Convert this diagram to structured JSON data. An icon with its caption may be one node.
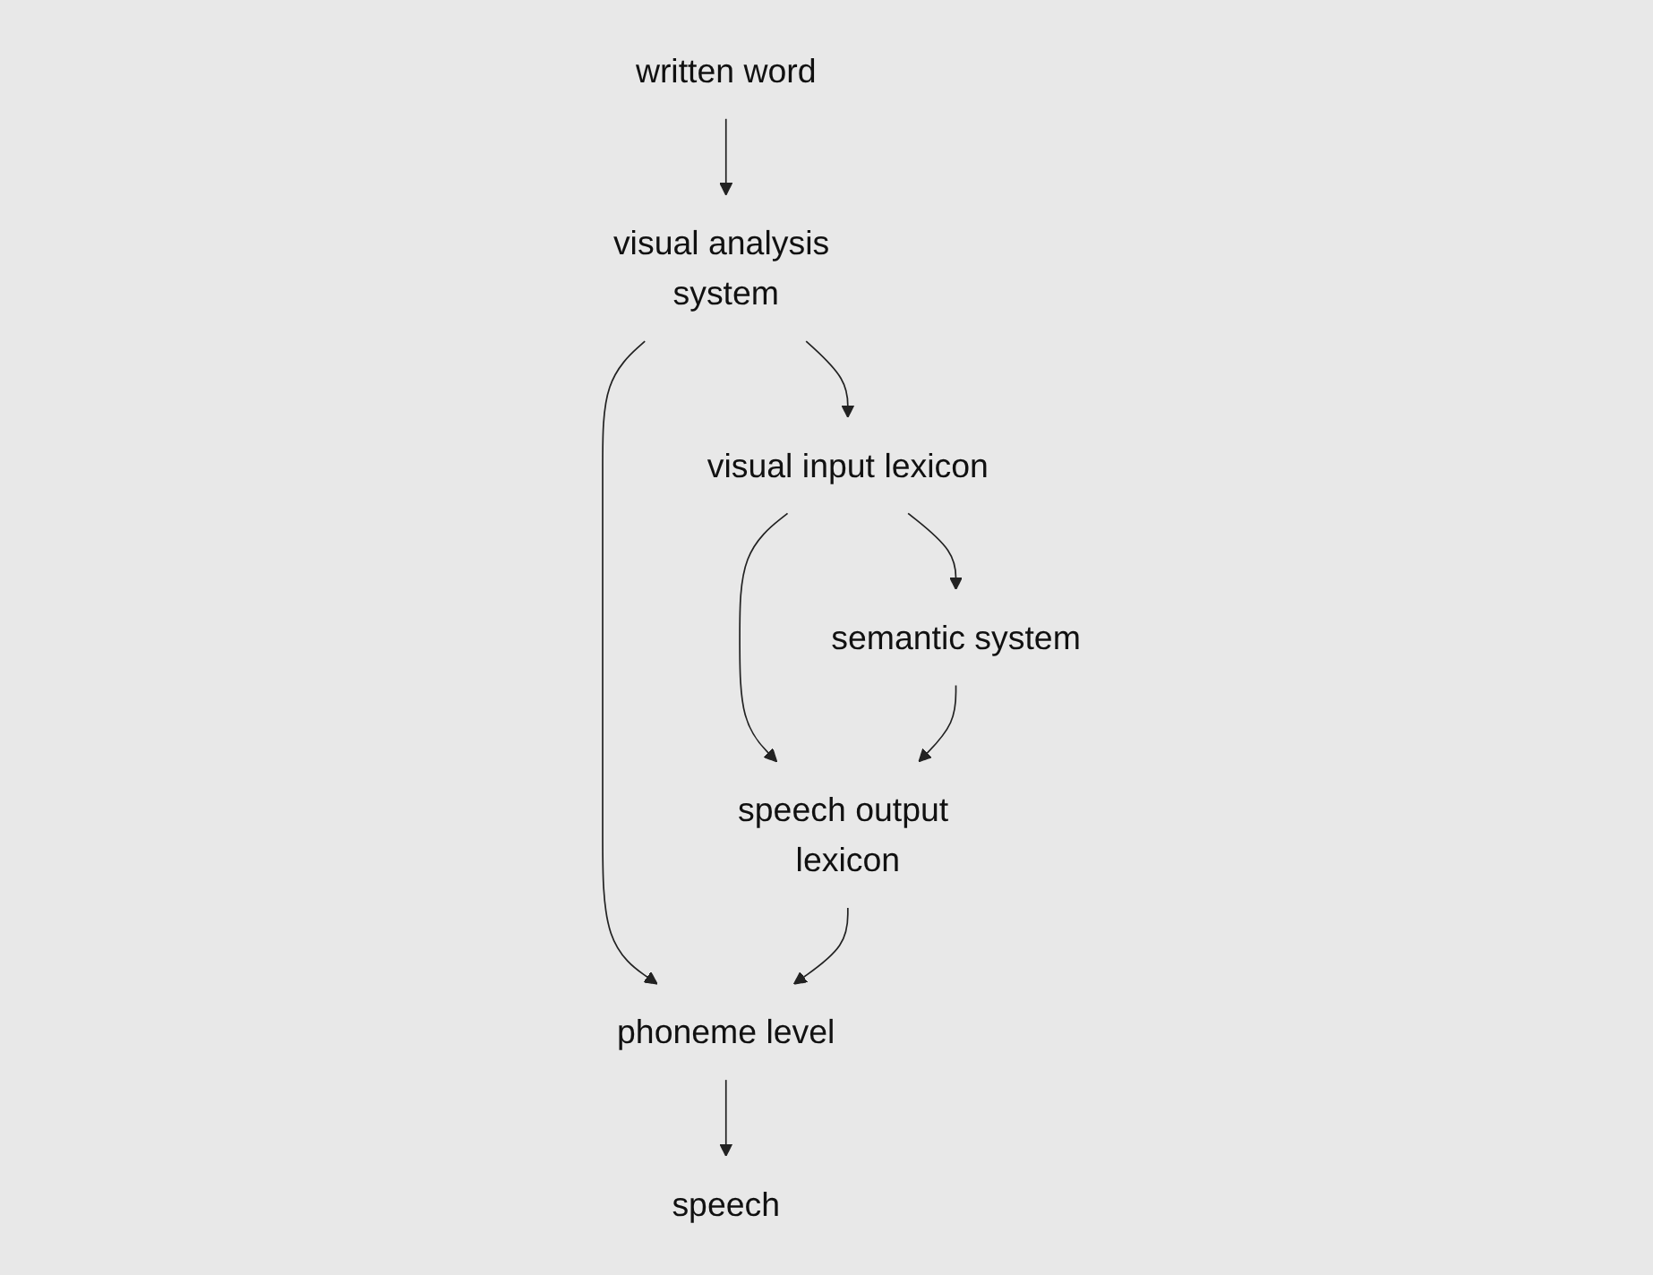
{
  "diagram": {
    "nodes": [
      {
        "text": [
          "written word"
        ]
      },
      {
        "text": [
          "visual analysis system"
        ]
      },
      {
        "text": [
          "visual input lexicon"
        ]
      },
      {
        "text": [
          "semantic system"
        ]
      },
      {
        "text": [
          "speech output lexicon"
        ]
      },
      {
        "text": [
          "phoneme level"
        ]
      },
      {
        "text": [
          "speech"
        ]
      }
    ],
    "edges": [
      {
        "from": 0,
        "to": 1,
        "arrow": "to"
      },
      {
        "from": 1,
        "to": 2,
        "arrow": "to"
      },
      {
        "from": 1,
        "to": 5,
        "arrow": "to"
      },
      {
        "from": 2,
        "to": 3,
        "arrow": "to"
      },
      {
        "from": 2,
        "to": 4,
        "arrow": "to"
      },
      {
        "from": 3,
        "to": 4,
        "arrow": "to"
      },
      {
        "from": 4,
        "to": 5,
        "arrow": "to"
      },
      {
        "from": 5,
        "to": 6,
        "arrow": "to"
      }
    ]
  }
}
